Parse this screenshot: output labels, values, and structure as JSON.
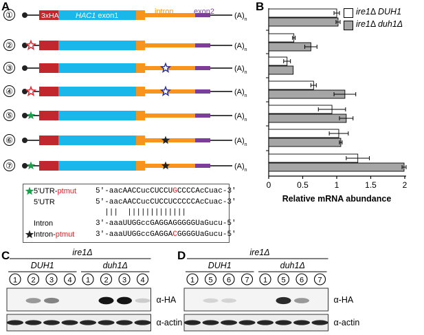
{
  "panelA": {
    "letter": "A",
    "constructs": [
      "①",
      "②",
      "③",
      "④",
      "⑤",
      "⑥",
      "⑦"
    ],
    "labels": {
      "tag": "3xHA",
      "exon1_gene": "HAC1",
      "exon1_suffix": " exon1",
      "intron": "intron",
      "exon2": "exon2",
      "polyA": "(A)",
      "polyA_sub": "n"
    },
    "colors": {
      "tag": "#c1272d",
      "exon1": "#1ab7ea",
      "splice": "#f7941d",
      "intron": "#f7941d",
      "exon2": "#7b3f99",
      "green_star": "#1a9e4b",
      "outline_star_red": "#e0242b",
      "outline_star_blue": "#2e3192"
    },
    "stars": [
      {
        "five": "none",
        "intron": "none"
      },
      {
        "five": "outline",
        "intron": "none"
      },
      {
        "five": "none",
        "intron": "outline"
      },
      {
        "five": "outline",
        "intron": "outline"
      },
      {
        "five": "green",
        "intron": "none"
      },
      {
        "five": "none",
        "intron": "black"
      },
      {
        "five": "green",
        "intron": "black"
      }
    ],
    "sequences": {
      "row1_label_a": "5'UTR-",
      "row1_label_b": "ptmut",
      "row1_seq_a": "5'-aacAACCucCUCCU",
      "row1_seq_mut": "G",
      "row1_seq_b": "CCCCAcCuac-3'",
      "row2_label": "5'UTR",
      "row2_seq": "5'-aacAACCucCUCCUCCCCCAcCuac-3'",
      "pairing": "  |||  |||||||||||||   ",
      "row3_label": "Intron",
      "row3_seq": "3'-aaaUUGGccGAGGAGGGGGUaGucu-5'",
      "row4_label_a": "Intron-",
      "row4_label_b": "ptmut",
      "row4_seq_a": "3'-aaaUUGGccGAGGA",
      "row4_seq_mut": "C",
      "row4_seq_b": "GGGGUaGucu-5'"
    }
  },
  "panelB": {
    "letter": "B",
    "legend": [
      {
        "gene": "ire1",
        "suffix": "Δ ",
        "strain": "DUH1",
        "fill": "#ffffff"
      },
      {
        "gene": "ire1",
        "suffix": "Δ ",
        "strain": "duh1Δ",
        "fill": "#a6a6a6"
      }
    ]
  },
  "chart_data": {
    "type": "bar",
    "orientation": "horizontal",
    "categories": [
      "①",
      "②",
      "③",
      "④",
      "⑤",
      "⑥",
      "⑦"
    ],
    "series": [
      {
        "name": "ire1Δ DUH1",
        "values": [
          1.0,
          0.37,
          0.27,
          0.66,
          0.93,
          1.03,
          1.31
        ],
        "errors": [
          0.04,
          0.02,
          0.05,
          0.04,
          0.2,
          0.14,
          0.17
        ]
      },
      {
        "name": "ire1Δ duh1Δ",
        "values": [
          1.02,
          0.62,
          0.36,
          1.12,
          1.14,
          1.06,
          1.99
        ],
        "errors": [
          0.03,
          0.09,
          0.0,
          0.16,
          0.1,
          0.02,
          0.03
        ]
      }
    ],
    "xlabel": "Relative mRNA abundance",
    "xlim": [
      0,
      2
    ],
    "xticks": [
      "0",
      "0.5",
      "1",
      "1.5",
      "2"
    ],
    "colors": [
      "#ffffff",
      "#a6a6a6"
    ]
  },
  "panelC": {
    "letter": "C",
    "strain": "ire1Δ",
    "groups": [
      "DUH1",
      "duh1Δ"
    ],
    "lanes": [
      "①",
      "②",
      "③",
      "④",
      "①",
      "②",
      "③",
      "④"
    ],
    "blots": [
      "α-HA",
      "α-actin"
    ],
    "ha_intensity": [
      0.0,
      0.35,
      0.45,
      0.0,
      0.0,
      0.95,
      0.95,
      0.12
    ]
  },
  "panelD": {
    "letter": "D",
    "strain": "ire1Δ",
    "groups": [
      "DUH1",
      "duh1Δ"
    ],
    "lanes": [
      "①",
      "⑤",
      "⑥",
      "⑦",
      "①",
      "⑤",
      "⑥",
      "⑦"
    ],
    "blots": [
      "α-HA",
      "α-actin"
    ],
    "ha_intensity": [
      0.0,
      0.08,
      0.08,
      0.0,
      0.0,
      0.85,
      0.35,
      0.0
    ]
  }
}
